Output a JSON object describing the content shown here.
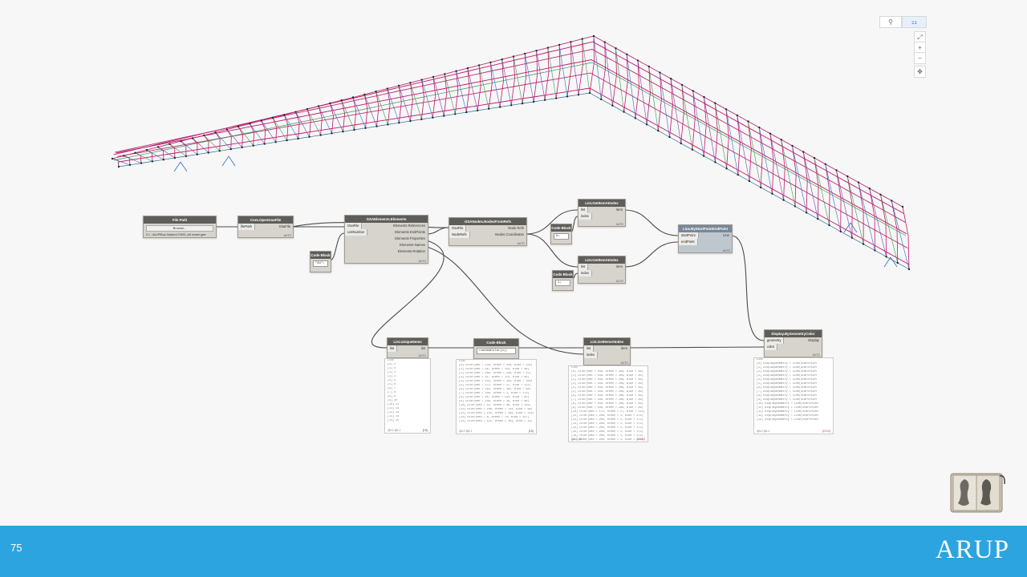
{
  "slide": {
    "page_number": "75",
    "logo_text": "ARUP"
  },
  "canvas": {
    "nav": {
      "mode_geometry": "⚲",
      "mode_graph": "⚏",
      "fit": "⤢",
      "zoom_in": "+",
      "zoom_out": "−",
      "pan": "✥"
    },
    "nodes": {
      "file_path": {
        "title": "File Path",
        "browse": "Browse...",
        "path": "D:\\...\\ArUP\\Bus Station\\170530_full model.gwb"
      },
      "open_gsa": {
        "title": "Core.OpenGsaFile",
        "in1": "filePath",
        "out1": "GsaFile",
        "lace": "AUTO"
      },
      "code1": {
        "title": "Code Block",
        "code": "\"A1\";"
      },
      "gsa_elements": {
        "title": "GSAElements.Elements",
        "in1": "GsaFile",
        "in2": "ListNumber",
        "out1": "Elements References",
        "out2": "Elements EndPoints",
        "out3": "Elements Properties",
        "out4": "Elements Names",
        "out5": "Elements Rotation",
        "lace": "AUTO"
      },
      "gsa_nodes": {
        "title": "GSANodes.NodesFromRefs",
        "in1": "GsaFile",
        "in2": "NodeRefs",
        "out1": "Node Refs",
        "out2": "Nodes Coordinates",
        "lace": "AUTO"
      },
      "code2": {
        "title": "Code Block",
        "code": "0;"
      },
      "code3": {
        "title": "Code Block",
        "code": "1;"
      },
      "get1": {
        "title": "List.GetItemAtIndex",
        "in1": "list",
        "in2": "index",
        "out1": "item",
        "lace": "AUTO"
      },
      "get2": {
        "title": "List.GetItemAtIndex",
        "in1": "list",
        "in2": "index",
        "out1": "item",
        "lace": "AUTO"
      },
      "line": {
        "title": "Line.ByStartPointEndPoint",
        "in1": "startPoint",
        "in2": "endPoint",
        "out1": "Line",
        "lace": "AUTO"
      },
      "unique": {
        "title": "List.UniqueItems",
        "in1": "list",
        "out1": "list",
        "lace": "AUTO"
      },
      "code4": {
        "title": "Code Block",
        "code": "randomColor(c);"
      },
      "get3": {
        "title": "List.GetItemAtIndex",
        "in1": "list",
        "in2": "index",
        "out1": "item",
        "lace": "AUTO"
      },
      "display": {
        "title": "Display.ByGeometryColor",
        "in1": "geometry",
        "in2": "color",
        "out1": "Display",
        "lace": "AUTO"
      }
    },
    "watches": {
      "unique": {
        "header": "List",
        "lines": [
          "[0] 1",
          "[1] 4",
          "[2] 2",
          "[3] 3",
          "[4] 5",
          "[5] 6",
          "[6] 7",
          "[7] 8",
          "[8] 9",
          "[9] 10",
          "[10] 11",
          "[11] 12",
          "[12] 13",
          "[13] 14",
          "[14] 15"
        ],
        "footer": "@L2 @L1",
        "count": "{15}"
      },
      "colors": {
        "header": "List",
        "lines": [
          "[0] Color(Red = 134, Green = 126, Blue = 231)",
          "[1] Color(Red = 46, Green = 123, Blue = 98)",
          "[2] Color(Red = 188, Green = 209, Blue = 42)",
          "[3] Color(Red = 41, Green = 175, Blue = 64)",
          "[4] Color(Red = 155, Green = 163, Blue = 100)",
          "[5] Color(Red = 172, Green = 27, Blue = 111)",
          "[6] Color(Red = 163, Green = 195, Blue = 98)",
          "[7] Color(Red = 209, Green = 1, Blue = 173)",
          "[8] Color(Red = 46, Green = 215, Blue = 65)",
          "[9] Color(Red = 109, Green = 46, Blue = 68)",
          "[10] Color(Red = 11, Green = 96, Blue = 233)",
          "[11] Color(Red = 108, Green = 133, Blue = 99)",
          "[12] Color(Red = 134, Green = 103, Blue = 222)",
          "[13] Color(Red = 8, Green = 74, Blue = 157)",
          "[14] Color(Red = 122, Green = 103, Blue = 42)"
        ],
        "footer": "@L2 @L1",
        "count": "{15}"
      },
      "items": {
        "header": "List",
        "lines": [
          "[0] Color(Red = 209, Green = 209, Blue = 46)",
          "[1] Color(Red = 209, Green = 209, Blue = 46)",
          "[2] Color(Red = 209, Green = 209, Blue = 46)",
          "[3] Color(Red = 209, Green = 209, Blue = 46)",
          "[4] Color(Red = 209, Green = 209, Blue = 46)",
          "[5] Color(Red = 209, Green = 209, Blue = 46)",
          "[6] Color(Red = 209, Green = 209, Blue = 46)",
          "[7] Color(Red = 209, Green = 209, Blue = 46)",
          "[8] Color(Red = 209, Green = 209, Blue = 46)",
          "[9] Color(Red = 209, Green = 209, Blue = 46)",
          "[10] Color(Red = 172, Green = 27, Blue = 111)",
          "[11] Color(Red = 209, Green = 1, Blue = 173)",
          "[12] Color(Red = 209, Green = 1, Blue = 173)",
          "[13] Color(Red = 209, Green = 1, Blue = 173)",
          "[14] Color(Red = 209, Green = 1, Blue = 173)",
          "[15] Color(Red = 209, Green = 1, Blue = 173)",
          "[16] Color(Red = 209, Green = 1, Blue = 173)",
          "[17] Color(Red = 209, Green = 1, Blue = 173)"
        ],
        "footer": "@L2 @L1",
        "count": "{2244}"
      },
      "display": {
        "header": "List",
        "lines": [
          "[0] DisplayGeometry = Line(StartPoint",
          "[1] DisplayGeometry = Line(StartPoint",
          "[2] DisplayGeometry = Line(StartPoint",
          "[3] DisplayGeometry = Line(StartPoint",
          "[4] DisplayGeometry = Line(StartPoint",
          "[5] DisplayGeometry = Line(StartPoint",
          "[6] DisplayGeometry = Line(StartPoint",
          "[7] DisplayGeometry = Line(StartPoint",
          "[8] DisplayGeometry = Line(StartPoint",
          "[9] DisplayGeometry = Line(StartPoint",
          "[10] DisplayGeometry = Line(StartPoint",
          "[11] DisplayGeometry = Line(StartPoint",
          "[12] DisplayGeometry = Line(StartPoint",
          "[13] DisplayGeometry = Line(StartPoint",
          "[14] DisplayGeometry = Line(StartPoint"
        ],
        "footer": "@L2 @L1",
        "count": "{2244}"
      }
    }
  },
  "colors": {
    "footer_band": "#2ba4e0",
    "node_header": "#5f5d59",
    "node_body": "#d7d4ce",
    "member_primary": "#c1186b",
    "member_secondary": "#2a72c9",
    "member_brace": "#3a9a52"
  }
}
